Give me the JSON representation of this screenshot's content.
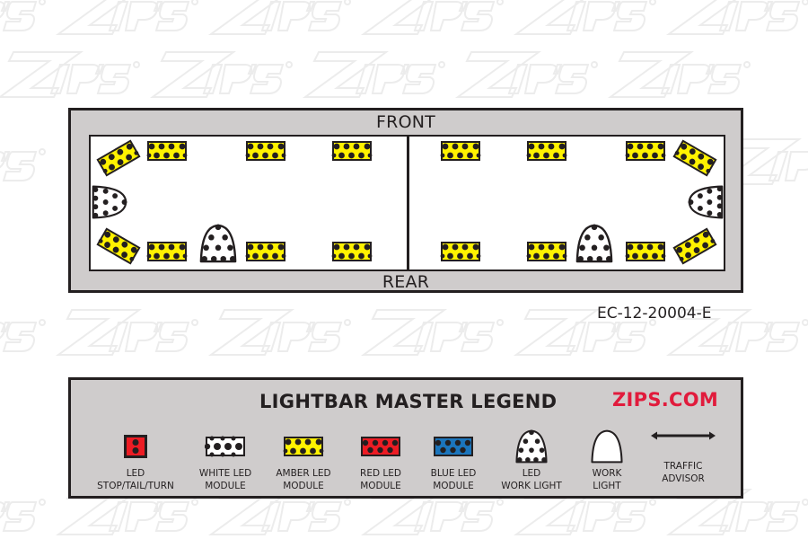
{
  "diagram": {
    "labels": {
      "front": "FRONT",
      "rear": "REAR",
      "code": "EC-12-20004-E"
    },
    "colors": {
      "frame": "#cfcccc",
      "outline": "#231f20",
      "amber": "#fff200",
      "white": "#ffffff",
      "red": "#ed1c24",
      "blue": "#1b75bc",
      "brand_red": "#e11b3c"
    },
    "watermark_text": "ZIP'S",
    "lightbar_layout": {
      "left_half": [
        {
          "type": "amber-led-module",
          "position": "front-left-corner",
          "angle": -30
        },
        {
          "type": "amber-led-module",
          "position": "front-1"
        },
        {
          "type": "amber-led-module",
          "position": "front-2"
        },
        {
          "type": "amber-led-module",
          "position": "front-3"
        },
        {
          "type": "led-work-light",
          "position": "left-end",
          "facing": "left"
        },
        {
          "type": "amber-led-module",
          "position": "rear-left-corner",
          "angle": 30
        },
        {
          "type": "amber-led-module",
          "position": "rear-1"
        },
        {
          "type": "led-work-light",
          "position": "rear-2",
          "facing": "rear"
        },
        {
          "type": "amber-led-module",
          "position": "rear-3"
        },
        {
          "type": "amber-led-module",
          "position": "rear-4"
        }
      ],
      "right_half": [
        {
          "type": "amber-led-module",
          "position": "front-4"
        },
        {
          "type": "amber-led-module",
          "position": "front-5"
        },
        {
          "type": "amber-led-module",
          "position": "front-6"
        },
        {
          "type": "amber-led-module",
          "position": "front-right-corner",
          "angle": 30
        },
        {
          "type": "led-work-light",
          "position": "right-end",
          "facing": "right"
        },
        {
          "type": "amber-led-module",
          "position": "rear-5"
        },
        {
          "type": "amber-led-module",
          "position": "rear-6"
        },
        {
          "type": "led-work-light",
          "position": "rear-7",
          "facing": "rear"
        },
        {
          "type": "amber-led-module",
          "position": "rear-8"
        },
        {
          "type": "amber-led-module",
          "position": "rear-right-corner",
          "angle": -30
        }
      ]
    }
  },
  "legend": {
    "title": "LIGHTBAR MASTER LEGEND",
    "brand": "ZIPS.COM",
    "items": [
      {
        "icon": "stop-tail-turn-icon",
        "line1": "LED",
        "line2": "STOP/TAIL/TURN"
      },
      {
        "icon": "white-led-module-icon",
        "line1": "WHITE LED",
        "line2": "MODULE"
      },
      {
        "icon": "amber-led-module-icon",
        "line1": "AMBER LED",
        "line2": "MODULE"
      },
      {
        "icon": "red-led-module-icon",
        "line1": "RED LED",
        "line2": "MODULE"
      },
      {
        "icon": "blue-led-module-icon",
        "line1": "BLUE LED",
        "line2": "MODULE"
      },
      {
        "icon": "led-work-light-icon",
        "line1": "LED",
        "line2": "WORK LIGHT"
      },
      {
        "icon": "work-light-icon",
        "line1": "WORK",
        "line2": "LIGHT"
      },
      {
        "icon": "traffic-advisor-icon",
        "line1": "TRAFFIC",
        "line2": "ADVISOR"
      }
    ]
  }
}
